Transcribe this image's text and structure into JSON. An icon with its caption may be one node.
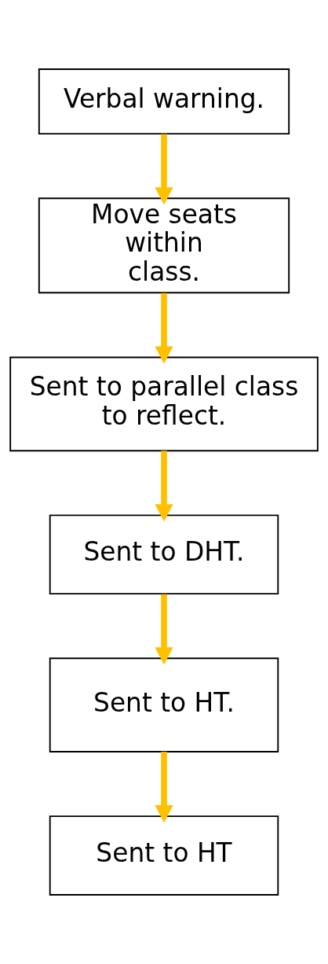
{
  "diagram": {
    "nodes": [
      {
        "text": [
          "Verbal warning."
        ]
      },
      {
        "text": [
          "Move seats within class."
        ]
      },
      {
        "text": [
          "Sent to parallel class to reflect."
        ]
      },
      {
        "text": [
          "Sent to DHT."
        ]
      },
      {
        "text": [
          "Sent to HT."
        ]
      },
      {
        "text": [
          "Sent to HT"
        ]
      }
    ],
    "edges": [
      {
        "from": 0,
        "to": 1,
        "arrow": "to"
      },
      {
        "from": 1,
        "to": 2,
        "arrow": "to"
      },
      {
        "from": 2,
        "to": 3,
        "arrow": "to"
      },
      {
        "from": 3,
        "to": 4,
        "arrow": "to"
      },
      {
        "from": 4,
        "to": 5,
        "arrow": "to"
      }
    ]
  }
}
